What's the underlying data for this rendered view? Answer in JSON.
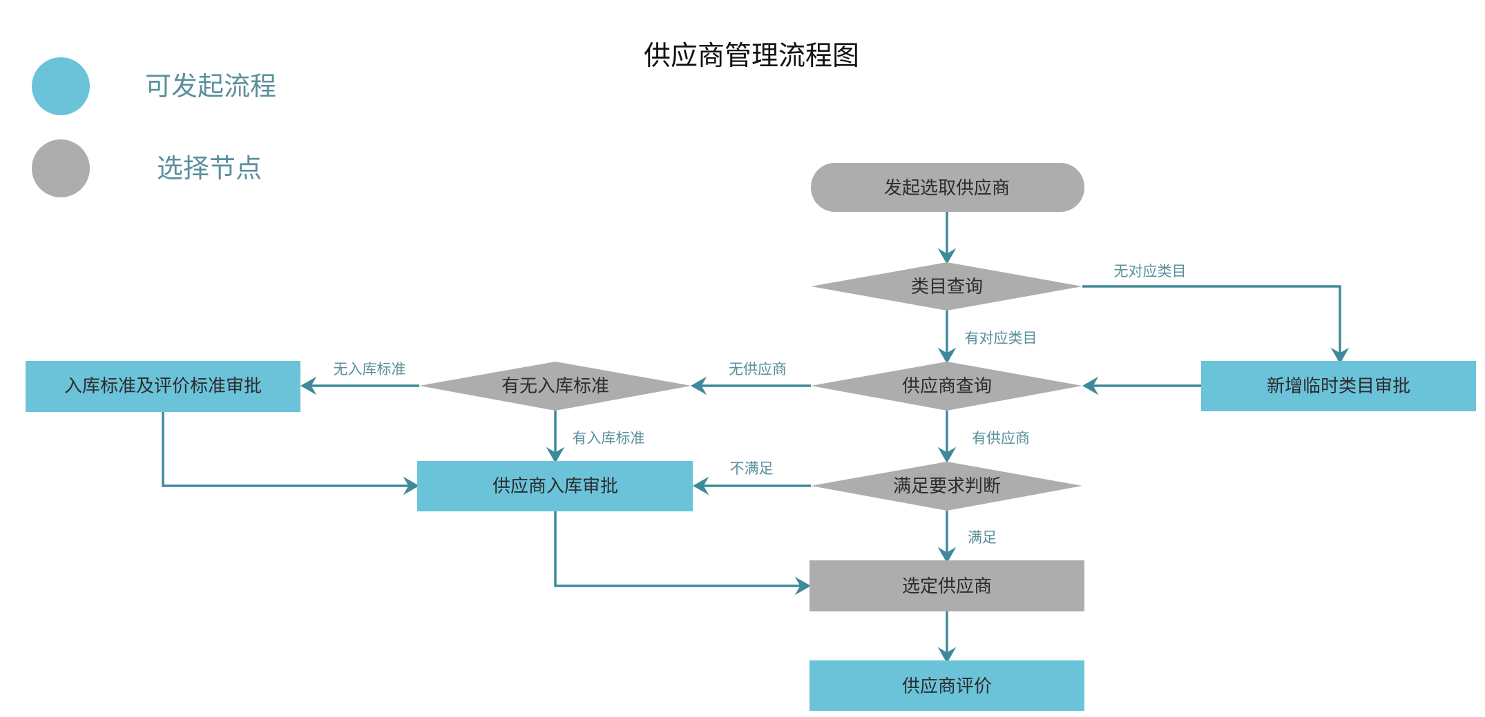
{
  "title": "供应商管理流程图",
  "colors": {
    "process": "#6bc3da",
    "select": "#adadad",
    "arrow": "#3e8a9b",
    "label": "#5a8f9c"
  },
  "legend": {
    "items": [
      {
        "kind": "process",
        "label": "可发起流程"
      },
      {
        "kind": "select",
        "label": "选择节点"
      }
    ]
  },
  "nodes": {
    "start": {
      "label": "发起选取供应商",
      "kind": "select",
      "shape": "terminal"
    },
    "category_query": {
      "label": "类目查询",
      "kind": "select",
      "shape": "decision"
    },
    "supplier_query": {
      "label": "供应商查询",
      "kind": "select",
      "shape": "decision"
    },
    "new_category_approval": {
      "label": "新增临时类目审批",
      "kind": "process",
      "shape": "process"
    },
    "has_entry_standard": {
      "label": "有无入库标准",
      "kind": "select",
      "shape": "decision"
    },
    "standard_approval": {
      "label": "入库标准及评价标准审批",
      "kind": "process",
      "shape": "process"
    },
    "supplier_entry_approval": {
      "label": "供应商入库审批",
      "kind": "process",
      "shape": "process"
    },
    "requirement_check": {
      "label": "满足要求判断",
      "kind": "select",
      "shape": "decision"
    },
    "select_supplier": {
      "label": "选定供应商",
      "kind": "select",
      "shape": "process"
    },
    "supplier_evaluation": {
      "label": "供应商评价",
      "kind": "process",
      "shape": "process"
    }
  },
  "edges": {
    "start_to_category": {
      "from": "发起选取供应商",
      "to": "类目查询",
      "label": ""
    },
    "category_no_match": {
      "from": "类目查询",
      "to": "新增临时类目审批",
      "label": "无对应类目"
    },
    "category_match": {
      "from": "类目查询",
      "to": "供应商查询",
      "label": "有对应类目"
    },
    "new_category_back": {
      "from": "新增临时类目审批",
      "to": "供应商查询",
      "label": ""
    },
    "no_supplier": {
      "from": "供应商查询",
      "to": "有无入库标准",
      "label": "无供应商"
    },
    "has_supplier": {
      "from": "供应商查询",
      "to": "满足要求判断",
      "label": "有供应商"
    },
    "no_standard": {
      "from": "有无入库标准",
      "to": "入库标准及评价标准审批",
      "label": "无入库标准"
    },
    "has_standard": {
      "from": "有无入库标准",
      "to": "供应商入库审批",
      "label": "有入库标准"
    },
    "standard_to_entry": {
      "from": "入库标准及评价标准审批",
      "to": "供应商入库审批",
      "label": ""
    },
    "not_satisfied": {
      "from": "满足要求判断",
      "to": "供应商入库审批",
      "label": "不满足"
    },
    "satisfied": {
      "from": "满足要求判断",
      "to": "选定供应商",
      "label": "满足"
    },
    "entry_to_select": {
      "from": "供应商入库审批",
      "to": "选定供应商",
      "label": ""
    },
    "select_to_eval": {
      "from": "选定供应商",
      "to": "供应商评价",
      "label": ""
    }
  }
}
